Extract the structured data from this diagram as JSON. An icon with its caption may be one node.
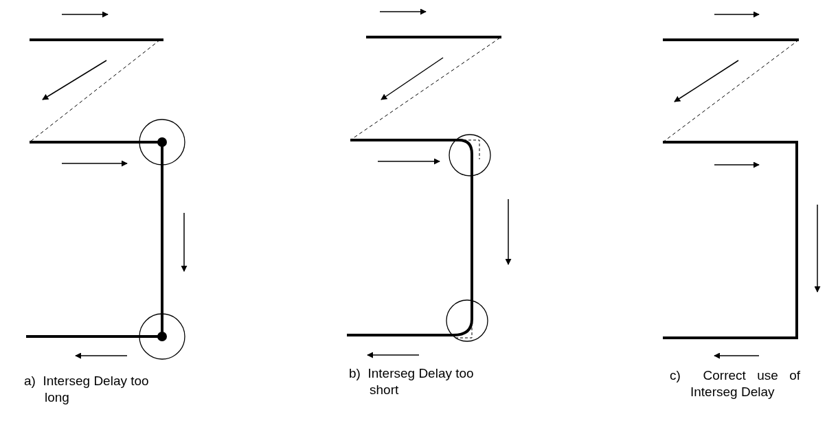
{
  "diagram": {
    "labels": [
      "a)  Interseg Delay too long",
      "b)  Interseg Delay too short",
      "c)  Correct use of Interseg Delay"
    ]
  }
}
